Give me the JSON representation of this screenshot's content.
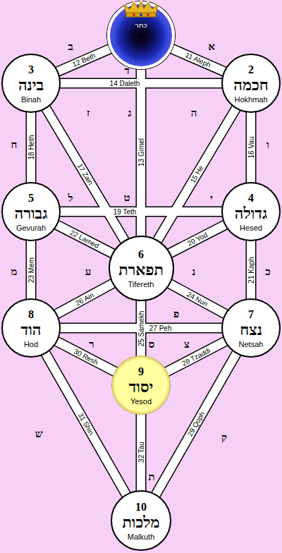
{
  "diagram": {
    "nodes": [
      {
        "text": [
          "כתר"
        ]
      },
      {
        "text": [
          "3",
          "בינה",
          "Binah"
        ]
      },
      {
        "text": [
          "2",
          "חכמה",
          "Hokhmah"
        ]
      },
      {
        "text": [
          "5",
          "גבורה",
          "Gevurah"
        ]
      },
      {
        "text": [
          "4",
          "גדולה",
          "Hesed"
        ]
      },
      {
        "text": [
          "6",
          "תפארת",
          "Tifereth"
        ]
      },
      {
        "text": [
          "8",
          "הוד",
          "Hod"
        ]
      },
      {
        "text": [
          "7",
          "נצח",
          "Netsah"
        ]
      },
      {
        "text": [
          "9",
          "יסוד",
          "Yesod"
        ]
      },
      {
        "text": [
          "10",
          "מלכות",
          "Malkuth"
        ]
      }
    ],
    "edges": [
      {
        "from": 0,
        "to": 2,
        "label": "11 Aleph",
        "arrow": "none"
      },
      {
        "from": 0,
        "to": 1,
        "label": "12 Beth",
        "arrow": "none"
      },
      {
        "from": 0,
        "to": 5,
        "label": "13 Gimel",
        "arrow": "none"
      },
      {
        "from": 1,
        "to": 2,
        "label": "14 Daleth",
        "arrow": "none"
      },
      {
        "from": 2,
        "to": 5,
        "label": "15 He",
        "arrow": "none"
      },
      {
        "from": 2,
        "to": 4,
        "label": "16 Vau",
        "arrow": "none"
      },
      {
        "from": 1,
        "to": 5,
        "label": "17 Zain",
        "arrow": "none"
      },
      {
        "from": 1,
        "to": 3,
        "label": "18 Heth",
        "arrow": "none"
      },
      {
        "from": 3,
        "to": 4,
        "label": "19 Teth",
        "arrow": "none"
      },
      {
        "from": 4,
        "to": 5,
        "label": "20 Yod",
        "arrow": "none"
      },
      {
        "from": 4,
        "to": 7,
        "label": "21 Kaph",
        "arrow": "none"
      },
      {
        "from": 3,
        "to": 5,
        "label": "22 Lamed",
        "arrow": "none"
      },
      {
        "from": 3,
        "to": 6,
        "label": "23 Mem",
        "arrow": "none"
      },
      {
        "from": 5,
        "to": 7,
        "label": "24 Nun",
        "arrow": "none"
      },
      {
        "from": 5,
        "to": 8,
        "label": "25 Samekh",
        "arrow": "none"
      },
      {
        "from": 5,
        "to": 6,
        "label": "26 Ain",
        "arrow": "none"
      },
      {
        "from": 6,
        "to": 7,
        "label": "27 Peh",
        "arrow": "none"
      },
      {
        "from": 7,
        "to": 8,
        "label": "28 Tzaddi",
        "arrow": "none"
      },
      {
        "from": 7,
        "to": 9,
        "label": "29 Qoph",
        "arrow": "none"
      },
      {
        "from": 6,
        "to": 8,
        "label": "30 Resh",
        "arrow": "none"
      },
      {
        "from": 6,
        "to": 9,
        "label": "31 Shin",
        "arrow": "none"
      },
      {
        "from": 8,
        "to": 9,
        "label": "32 Tau",
        "arrow": "none"
      }
    ],
    "labels": [
      "א",
      "ב",
      "ג",
      "ד",
      "ה",
      "ו",
      "ז",
      "ח",
      "ט",
      "י",
      "כ",
      "ל",
      "מ",
      "נ",
      "ס",
      "ע",
      "פ",
      "צ",
      "ק",
      "ר",
      "ש",
      "ת"
    ]
  }
}
